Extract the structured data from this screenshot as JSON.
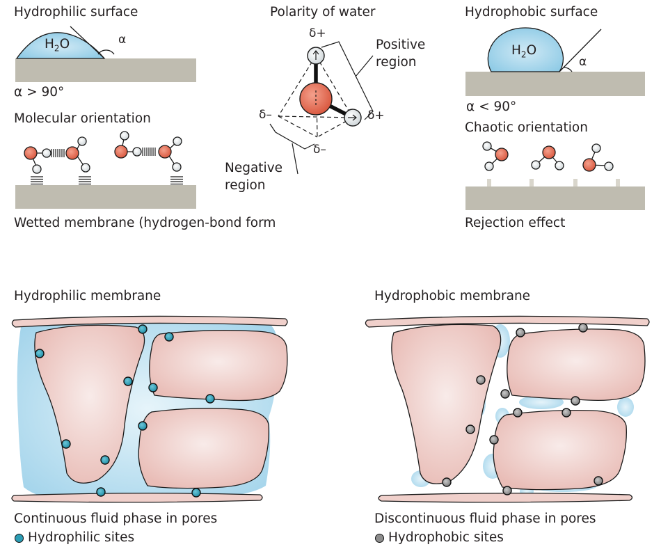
{
  "top": {
    "hydrophilic_title": "Hydrophilic surface",
    "hydrophilic_drop": "H2O",
    "hydrophilic_angle_symbol": "α",
    "hydrophilic_angle_rule": "α > 90°",
    "molecular_orientation": "Molecular orientation",
    "wetted_caption": "Wetted membrane (hydrogen-bond form",
    "polarity_title": "Polarity of water",
    "delta_plus": "δ+",
    "delta_minus": "δ–",
    "positive_region": [
      "Positive",
      "region"
    ],
    "negative_region": [
      "Negative",
      "region"
    ],
    "hydrophobic_title": "Hydrophobic surface",
    "hydrophobic_drop": "H2O",
    "hydrophobic_angle_symbol": "α",
    "hydrophobic_angle_rule": "α < 90°",
    "chaotic_orientation": "Chaotic orientation",
    "rejection_caption": "Rejection effect"
  },
  "bottom": {
    "hydrophilic_membrane_title": "Hydrophilic membrane",
    "hydrophobic_membrane_title": "Hydrophobic membrane",
    "continuous_caption": "Continuous fluid phase in pores",
    "discontinuous_caption": "Discontinuous fluid phase in pores",
    "hydrophilic_sites": "Hydrophilic sites",
    "hydrophobic_sites": "Hydrophobic sites"
  },
  "colors": {
    "surface": "#bfbcb0",
    "water": "#a9d7ec",
    "water_light": "#d9eef7",
    "particle": "#eec5c0",
    "oxygen": "#e5735c",
    "hydrogen": "#e4e8ea",
    "hydrophilic_site": "#2b9db5",
    "hydrophobic_site": "#8d8d8d"
  }
}
